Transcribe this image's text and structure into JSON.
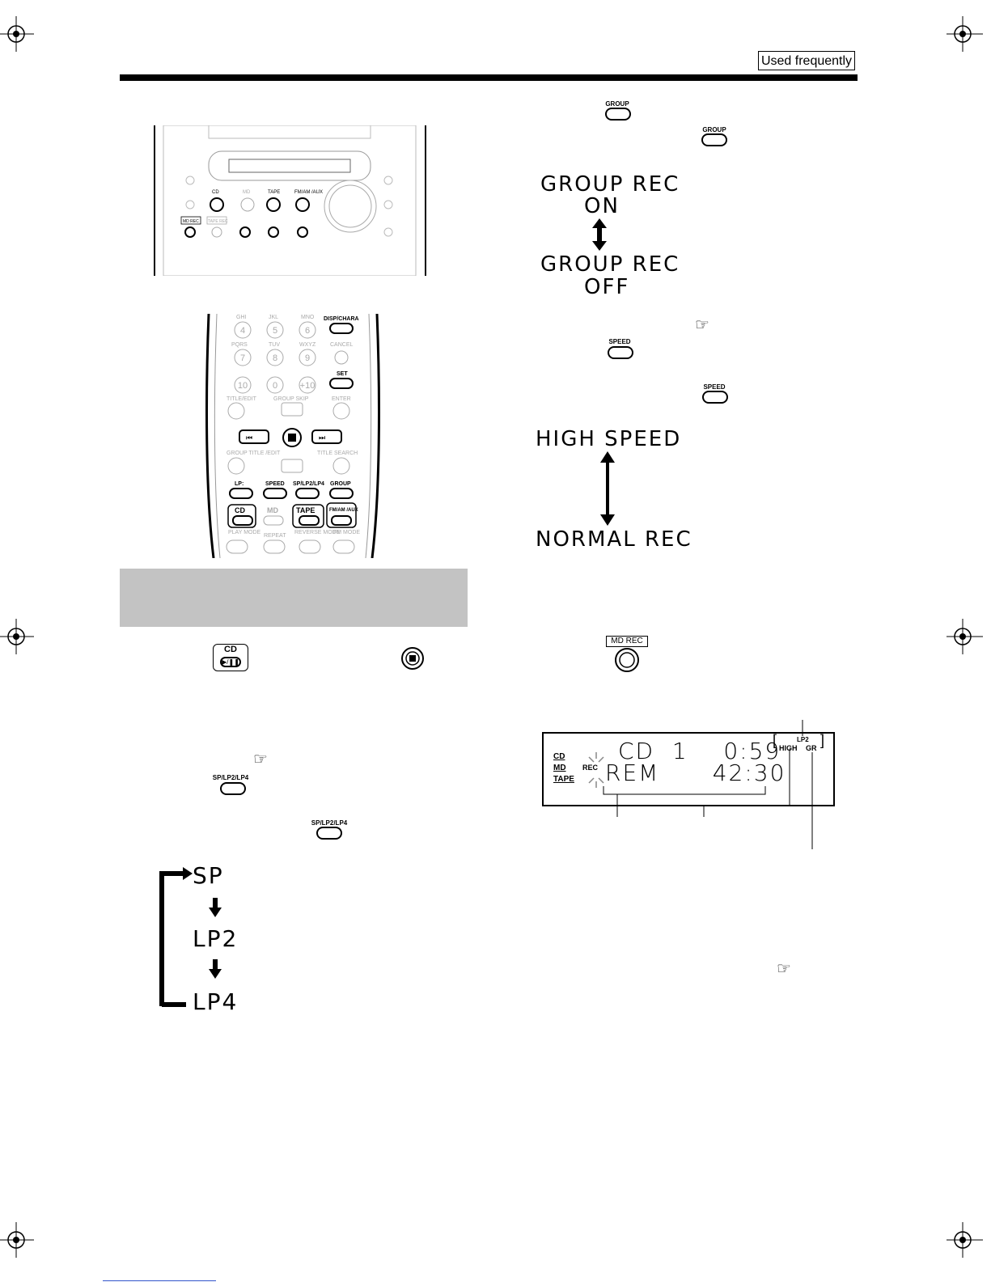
{
  "header": {
    "tag": "Used frequently"
  },
  "unit_panel": {
    "buttons": [
      "CD",
      "MD",
      "TAPE",
      "FM/AM /AUX"
    ],
    "rec_buttons": [
      "MD REC",
      "TAPE REC"
    ]
  },
  "remote": {
    "top_labels": [
      "GHI",
      "JKL",
      "MNO",
      "DISP/CHARA"
    ],
    "row2_labels": [
      "PQRS",
      "TUV",
      "WXYZ",
      "CANCEL"
    ],
    "nums_row1": [
      "4",
      "5",
      "6"
    ],
    "nums_row2": [
      "7",
      "8",
      "9"
    ],
    "nums_row3": [
      "10",
      "0",
      "+10"
    ],
    "set": "SET",
    "title_edit": "TITLE/EDIT",
    "group_skip": "GROUP SKIP",
    "enter": "ENTER",
    "group_title": "GROUP TITLE /EDIT",
    "title_search": "TITLE SEARCH",
    "func_labels": [
      "LP:",
      "SPEED",
      "SP/LP2/LP4",
      "GROUP"
    ],
    "source_labels": [
      "CD",
      "MD",
      "TAPE",
      "FM/AM /AUX"
    ],
    "mode_labels": [
      "PLAY MODE",
      "REPEAT",
      "REVERSE MODE",
      "FM MODE"
    ]
  },
  "left_column": {
    "cd_button": "CD",
    "sp_button": "SP/LP2/LP4",
    "sequence": [
      "SP",
      "LP2",
      "LP4"
    ]
  },
  "right_column": {
    "group_button": "GROUP",
    "group_states": [
      "GROUP  REC",
      "ON",
      "GROUP  REC",
      "OFF"
    ],
    "speed_button": "SPEED",
    "speed_states": [
      "HIGH SPEED",
      "NORMAL REC"
    ],
    "md_rec_button": "MD REC"
  },
  "lcd": {
    "line1": "CD  1    0:59",
    "line2": "REM      42:30",
    "sources": [
      "CD",
      "MD",
      "TAPE"
    ],
    "rec": "REC",
    "lp2": "LP2",
    "high": "HIGH",
    "gr": "GR"
  }
}
